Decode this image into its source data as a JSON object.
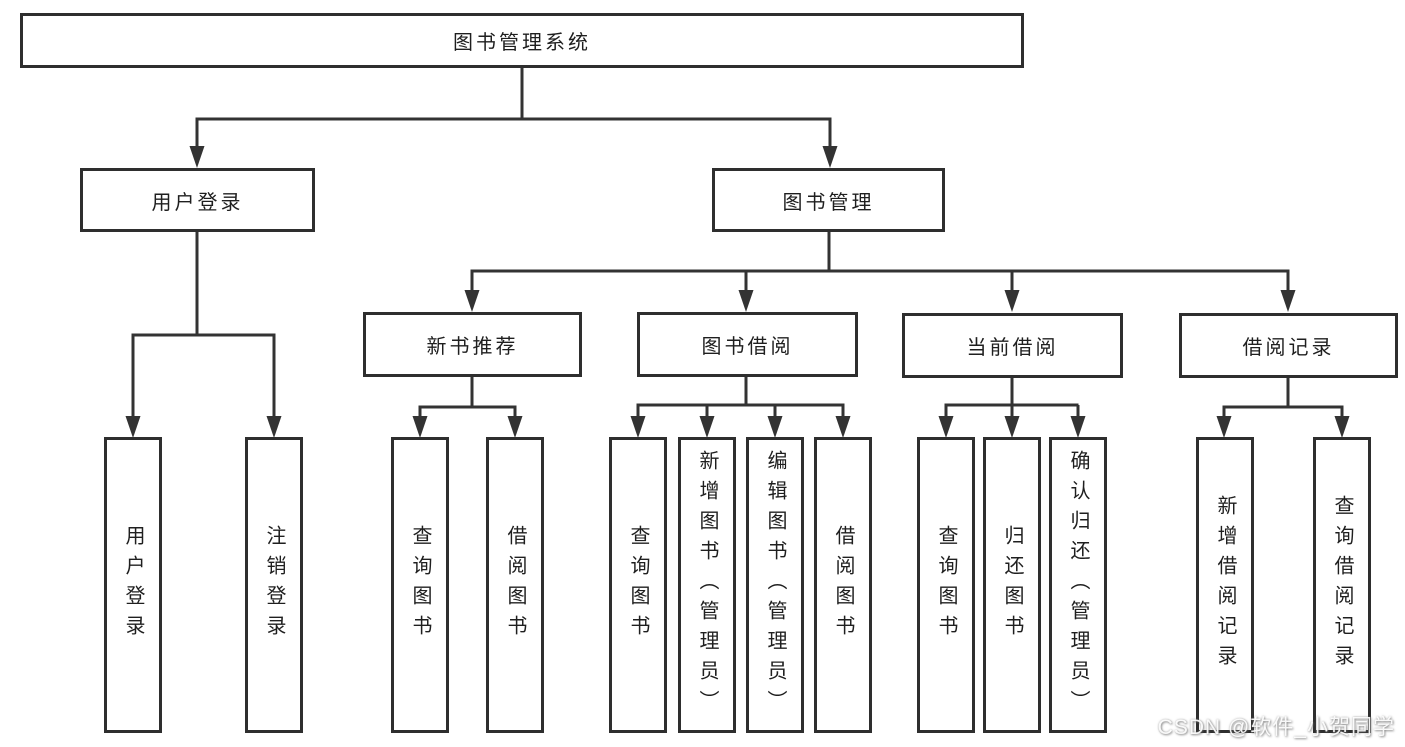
{
  "diagram": {
    "root": {
      "label": "图书管理系统"
    },
    "level2": [
      {
        "label": "用户登录"
      },
      {
        "label": "图书管理"
      }
    ],
    "level3": [
      {
        "label": "新书推荐",
        "parent": "图书管理"
      },
      {
        "label": "图书借阅",
        "parent": "图书管理"
      },
      {
        "label": "当前借阅",
        "parent": "图书管理"
      },
      {
        "label": "借阅记录",
        "parent": "图书管理"
      }
    ],
    "leaves": [
      {
        "label": "用户登录",
        "parent": "用户登录"
      },
      {
        "label": "注销登录",
        "parent": "用户登录"
      },
      {
        "label": "查询图书",
        "parent": "新书推荐"
      },
      {
        "label": "借阅图书",
        "parent": "新书推荐"
      },
      {
        "label": "查询图书",
        "parent": "图书借阅"
      },
      {
        "label": "新增图书（管理员）",
        "parent": "图书借阅"
      },
      {
        "label": "编辑图书（管理员）",
        "parent": "图书借阅"
      },
      {
        "label": "借阅图书",
        "parent": "图书借阅"
      },
      {
        "label": "查询图书",
        "parent": "当前借阅"
      },
      {
        "label": "归还图书",
        "parent": "当前借阅"
      },
      {
        "label": "确认归还（管理员）",
        "parent": "当前借阅"
      },
      {
        "label": "新增借阅记录",
        "parent": "借阅记录"
      },
      {
        "label": "查询借阅记录",
        "parent": "借阅记录"
      }
    ]
  },
  "watermark": {
    "text": "CSDN @软件_小贺同学"
  },
  "colors": {
    "line": "#333333",
    "border": "#2e2e2e",
    "text": "#1f1f1f",
    "background": "#ffffff"
  }
}
